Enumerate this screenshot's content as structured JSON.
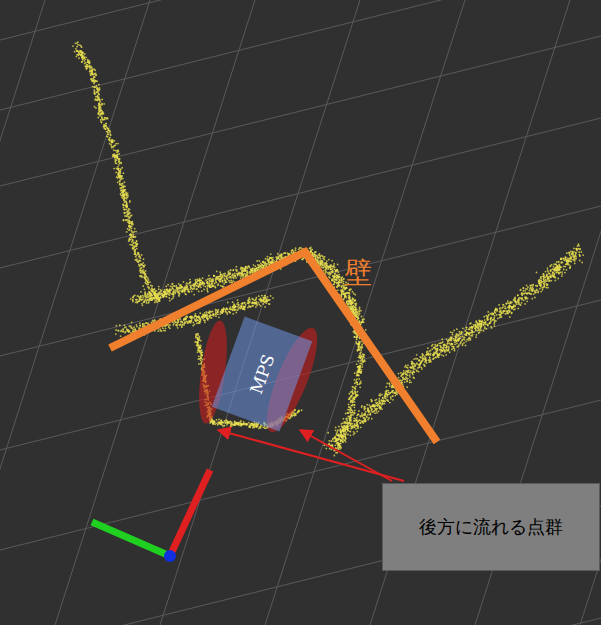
{
  "diagram": {
    "nodes": [
      {
        "text": [
          "MPS"
        ]
      },
      {
        "text": [
          "後方に流れる点群"
        ]
      }
    ],
    "labels": [
      "壁"
    ]
  }
}
